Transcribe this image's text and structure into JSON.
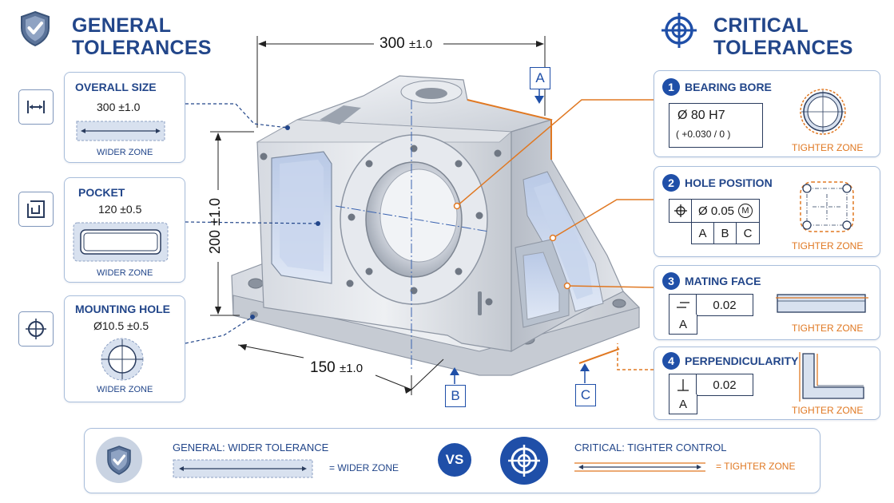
{
  "general": {
    "title_line1": "GENERAL",
    "title_line2": "TOLERANCES",
    "items": [
      {
        "title": "OVERALL SIZE",
        "value": "300 ±1.0",
        "zone": "WIDER ZONE",
        "icon": "width-arrows-icon"
      },
      {
        "title": "POCKET",
        "value": "120 ±0.5",
        "zone": "WIDER ZONE",
        "icon": "pocket-corner-icon"
      },
      {
        "title": "MOUNTING HOLE",
        "value": "Ø10.5 ±0.5",
        "zone": "WIDER ZONE",
        "icon": "crosshair-circle-icon"
      }
    ]
  },
  "critical": {
    "title_line1": "CRITICAL",
    "title_line2": "TOLERANCES",
    "items": [
      {
        "num": "1",
        "title": "BEARING BORE",
        "value": "Ø 80 H7",
        "sub": "( +0.030 / 0 )",
        "zone": "TIGHTER ZONE"
      },
      {
        "num": "2",
        "title": "HOLE POSITION",
        "symbol": "⌖",
        "value": "Ø 0.05",
        "modifier": "M",
        "datums": [
          "A",
          "B",
          "C"
        ],
        "zone": "TIGHTER ZONE"
      },
      {
        "num": "3",
        "title": "MATING FACE",
        "symbol": "⏥",
        "value": "0.02",
        "datum": "A",
        "zone": "TIGHTER ZONE"
      },
      {
        "num": "4",
        "title": "PERPENDICULARITY",
        "symbol": "⊥",
        "value": "0.02",
        "datum": "A",
        "zone": "TIGHTER ZONE"
      }
    ]
  },
  "drawing": {
    "dim_width": "300",
    "dim_width_tol": "±1.0",
    "dim_height": "200 ±1.0",
    "dim_depth": "150",
    "dim_depth_tol": "±1.0",
    "datum_a": "A",
    "datum_b": "B",
    "datum_c": "C"
  },
  "legend": {
    "general_label": "GENERAL: WIDER TOLERANCE",
    "general_eq": "= WIDER ZONE",
    "vs": "VS",
    "critical_label": "CRITICAL: TIGHTER CONTROL",
    "critical_eq": "= TIGHTER ZONE"
  },
  "colors": {
    "navy": "#22468a",
    "blue": "#1f4fa8",
    "orange": "#e07822",
    "card_border": "#a9bedb"
  }
}
